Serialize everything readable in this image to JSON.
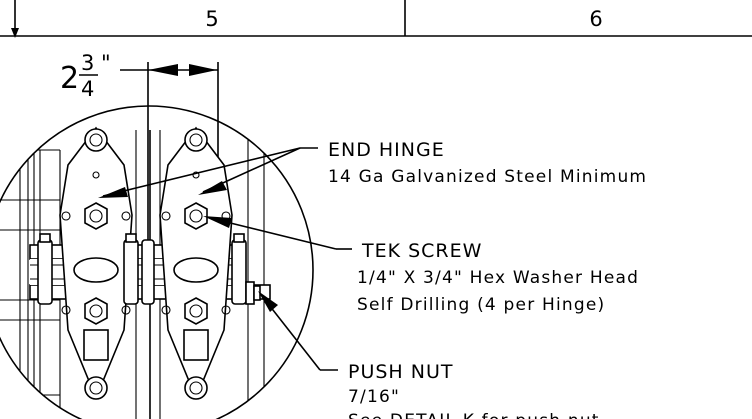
{
  "title_block": {
    "col_5": "5",
    "col_6": "6"
  },
  "dimension": {
    "whole": "2",
    "numerator": "3",
    "denominator": "4",
    "unit": "\""
  },
  "callouts": {
    "end_hinge": {
      "title": "END HINGE",
      "detail_1": "14 Ga Galvanized Steel Minimum"
    },
    "tek_screw": {
      "title": "TEK SCREW",
      "detail_1": "1/4\" X 3/4\" Hex Washer Head",
      "detail_2": "Self Drilling (4 per Hinge)"
    },
    "push_nut": {
      "title": "PUSH NUT",
      "detail_1": "7/16\"",
      "detail_2": "See DETAIL K for push nut"
    }
  },
  "colors": {
    "ink": "#000000",
    "paper": "#ffffff"
  }
}
